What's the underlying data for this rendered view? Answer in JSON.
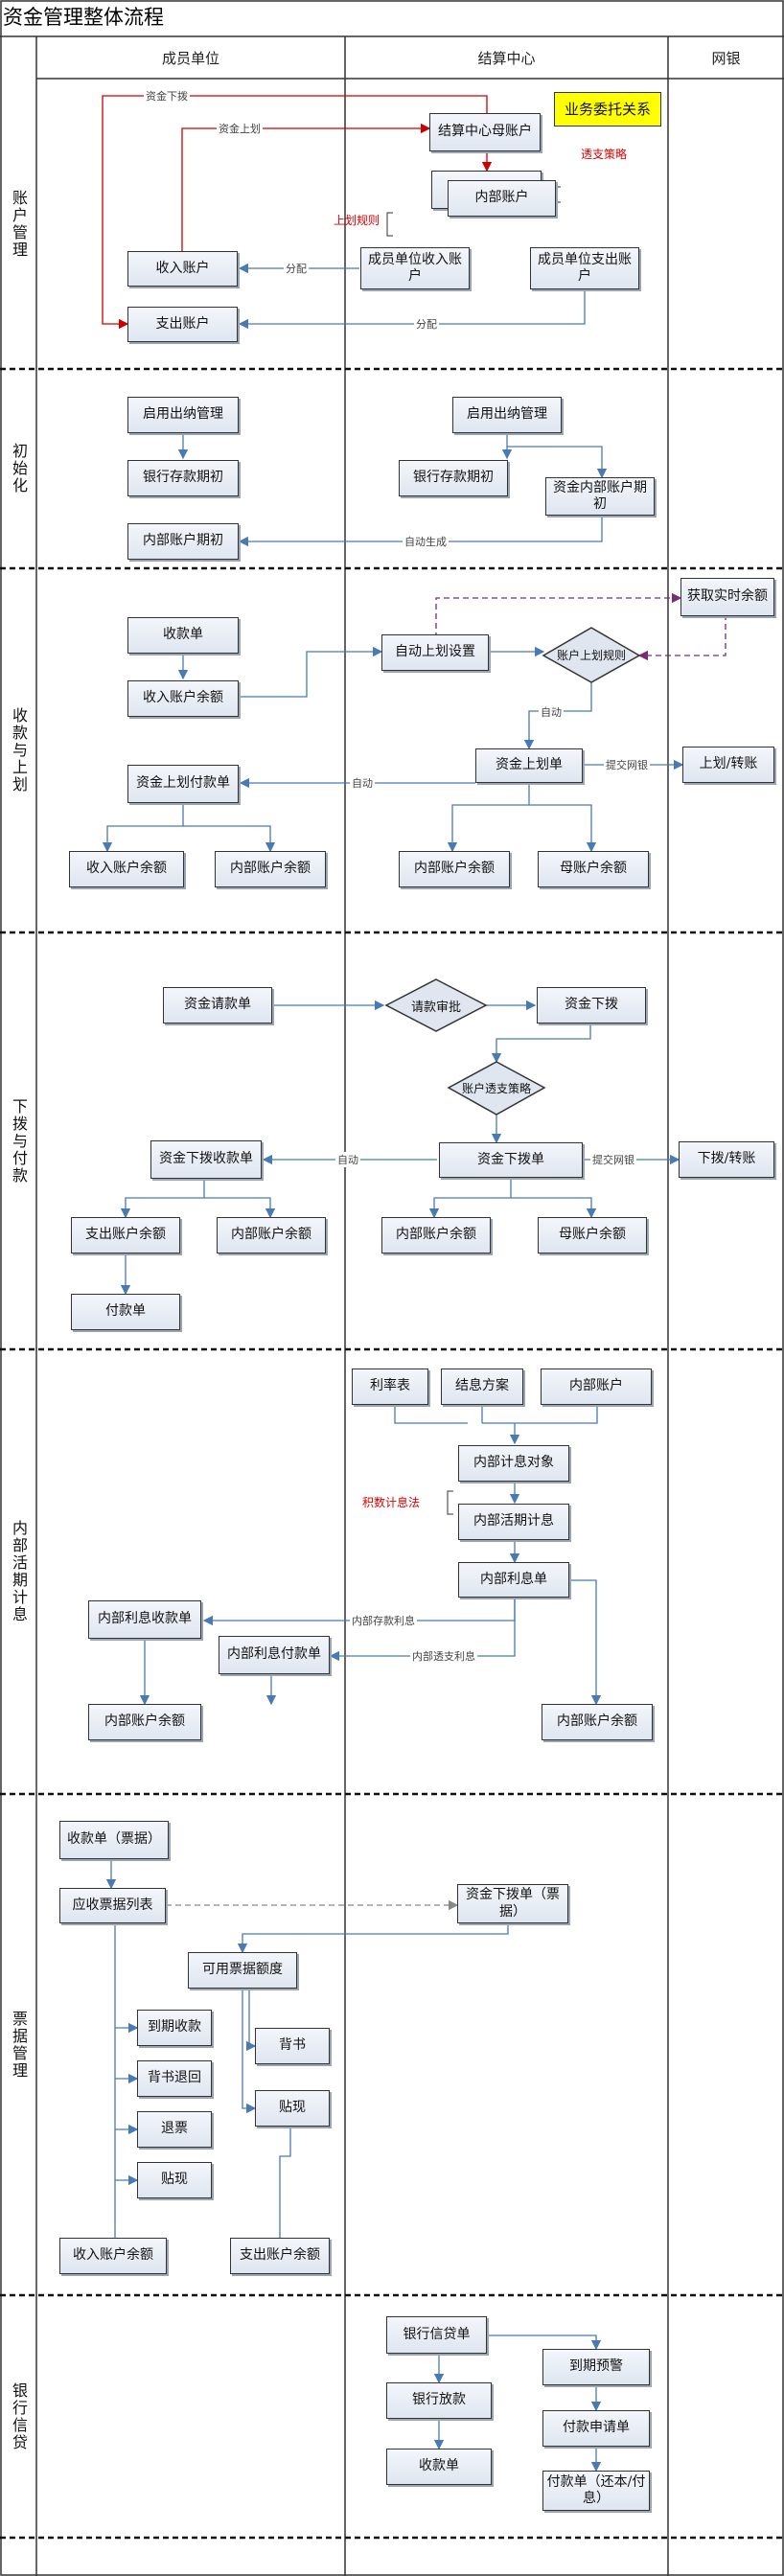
{
  "title": "资金管理整体流程",
  "columns": {
    "member": "成员单位",
    "settle": "结算中心",
    "bank": "网银"
  },
  "bands": {
    "account": "账户管理",
    "init": "初始化",
    "collect": "收款与上划",
    "allocate": "下拨与付款",
    "interest": "内部活期计息",
    "bill": "票据管理",
    "credit": "银行信贷"
  },
  "nodes": {
    "a_master": "结算中心母账户",
    "a_internal": "内部账户",
    "a_income": "收入账户",
    "a_member_income": "成员单位收入账户",
    "a_member_expense": "成员单位支出账户",
    "a_expense": "支出账户",
    "a_entrust": "业务委托关系",
    "i_cashier_m": "启用出纳管理",
    "i_bank_m": "银行存款期初",
    "i_internal_m": "内部账户期初",
    "i_cashier_s": "启用出纳管理",
    "i_bank_s": "银行存款期初",
    "i_fund_internal": "资金内部账户期初",
    "c_receipt": "收款单",
    "c_income_bal": "收入账户余额",
    "c_auto_setting": "自动上划设置",
    "c_realtime": "获取实时余额",
    "c_transfer_up": "资金上划单",
    "c_up_pay": "资金上划付款单",
    "c_bank_up": "上划/转账",
    "c_income_bal2": "收入账户余额",
    "c_internal_bal_m": "内部账户余额",
    "c_internal_bal_s": "内部账户余额",
    "c_master_bal": "母账户余额",
    "p_request": "资金请款单",
    "p_alloc": "资金下拨",
    "p_alloc_receipt": "资金下拨收款单",
    "p_alloc_bill": "资金下拨单",
    "p_bank_down": "下拨/转账",
    "p_expense_bal": "支出账户余额",
    "p_internal_bal_m": "内部账户余额",
    "p_internal_bal_s": "内部账户余额",
    "p_master_bal": "母账户余额",
    "p_payment": "付款单",
    "n_rate": "利率表",
    "n_scheme": "结息方案",
    "n_internal": "内部账户",
    "n_object": "内部计息对象",
    "n_demand": "内部活期计息",
    "n_interest_bill": "内部利息单",
    "n_receipt": "内部利息收款单",
    "n_payment": "内部利息付款单",
    "n_bal_m": "内部账户余额",
    "n_bal_s": "内部账户余额",
    "b_receipt": "收款单（票据）",
    "b_list": "应收票据列表",
    "b_alloc": "资金下拨单（票据）",
    "b_quota": "可用票据额度",
    "b_due": "到期收款",
    "b_endorse_back": "背书退回",
    "b_return": "退票",
    "b_discount_m": "贴现",
    "b_endorse": "背书",
    "b_discount_s": "贴现",
    "b_income_bal": "收入账户余额",
    "b_expense_bal": "支出账户余额",
    "k_credit_bill": "银行信贷单",
    "k_loan": "银行放款",
    "k_receipt": "收款单",
    "k_due_warn": "到期预警",
    "k_pay_request": "付款申请单",
    "k_payment": "付款单（还本/付息）"
  },
  "diamonds": {
    "c_rule": "账户上划规则",
    "p_approve": "请款审批",
    "p_overdraft": "账户透支策略"
  },
  "edge_labels": {
    "fund_alloc": "资金下拨",
    "fund_up": "资金上划",
    "distribute1": "分配",
    "distribute2": "分配",
    "auto_gen": "自动生成",
    "auto1": "自动",
    "auto2": "自动",
    "submit_bank1": "提交网银",
    "auto3": "自动",
    "submit_bank2": "提交网银",
    "int_deposit": "内部存款利息",
    "int_overdraft": "内部透支利息"
  },
  "red_labels": {
    "overdraft_policy": "透支策略",
    "up_rule": "上划规则",
    "accum_method": "积数计息法"
  },
  "colors": {
    "box_fill": "#dfe6f0",
    "line": "#4a7ab5",
    "red": "#cc0000",
    "dashed": "#7a2a7a",
    "highlight": "#ffff00"
  }
}
